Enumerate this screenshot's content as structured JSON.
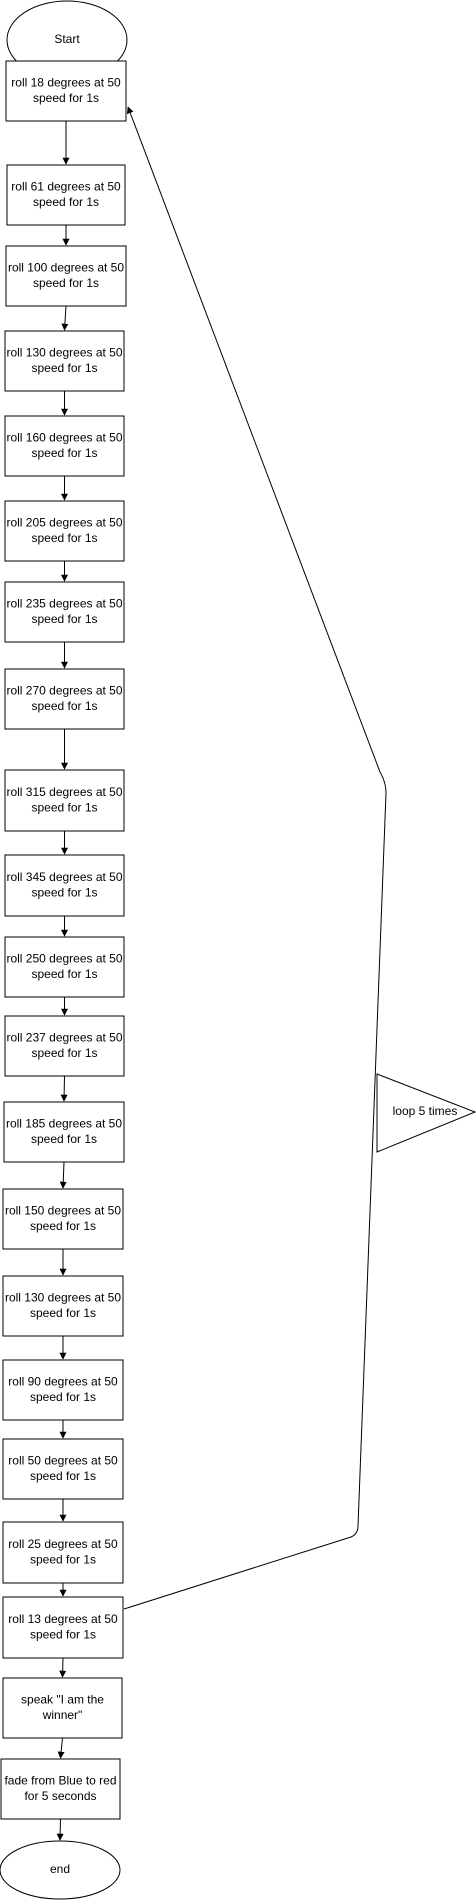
{
  "start": {
    "label": "Start"
  },
  "end": {
    "label": "end"
  },
  "steps": [
    {
      "line1": "roll 18 degrees at 50",
      "line2": "speed for 1s"
    },
    {
      "line1": "roll 61 degrees at 50",
      "line2": "speed for 1s"
    },
    {
      "line1": "roll 100 degrees at 50",
      "line2": "speed for 1s"
    },
    {
      "line1": "roll 130 degrees at 50",
      "line2": "speed for 1s"
    },
    {
      "line1": "roll 160 degrees at 50",
      "line2": "speed for 1s"
    },
    {
      "line1": "roll 205 degrees at 50",
      "line2": "speed for 1s"
    },
    {
      "line1": "roll 235 degrees at 50",
      "line2": "speed for 1s"
    },
    {
      "line1": "roll 270 degrees at 50",
      "line2": "speed for 1s"
    },
    {
      "line1": "roll 315 degrees at 50",
      "line2": "speed for 1s"
    },
    {
      "line1": "roll 345 degrees at 50",
      "line2": "speed for 1s"
    },
    {
      "line1": "roll 250 degrees at 50",
      "line2": "speed for 1s"
    },
    {
      "line1": "roll 237 degrees at 50",
      "line2": "speed for 1s"
    },
    {
      "line1": "roll 185 degrees at 50",
      "line2": "speed for 1s"
    },
    {
      "line1": "roll 150 degrees at 50",
      "line2": "speed for 1s"
    },
    {
      "line1": "roll 130 degrees at 50",
      "line2": "speed for 1s"
    },
    {
      "line1": "roll 90 degrees at 50",
      "line2": "speed for 1s"
    },
    {
      "line1": "roll 50 degrees at 50",
      "line2": "speed for 1s"
    },
    {
      "line1": "roll 25 degrees at 50",
      "line2": "speed for 1s"
    },
    {
      "line1": "roll 13 degrees at 50",
      "line2": "speed for 1s"
    },
    {
      "line1": "speak \"I am the",
      "line2": "winner\""
    },
    {
      "line1": "fade from Blue to red",
      "line2": "for 5 seconds"
    }
  ],
  "loop": {
    "label": "loop 5 times"
  },
  "colors": {
    "stroke": "#000000",
    "fill": "#ffffff",
    "text": "#000000"
  }
}
